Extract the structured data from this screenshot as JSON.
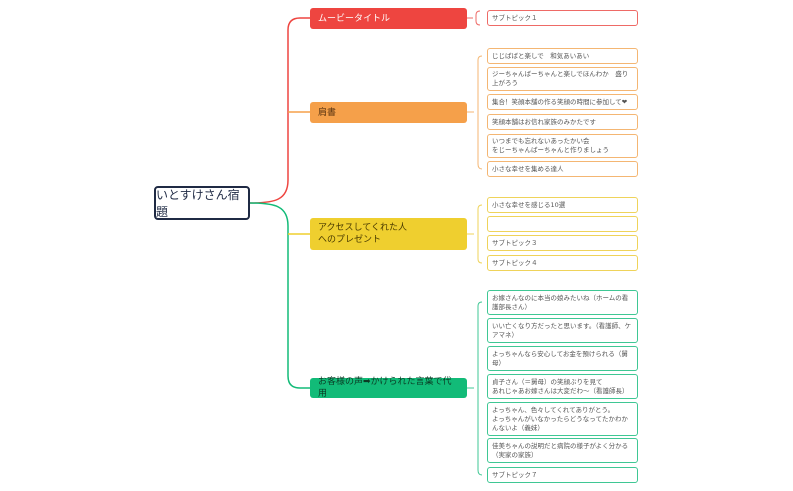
{
  "root": {
    "label": "いとすけさん宿題"
  },
  "colors": {
    "red": "#ee4540",
    "orange": "#f5a04a",
    "yellow": "#efcf2f",
    "green": "#12bb78",
    "root_border": "#1f2a44"
  },
  "topics": [
    {
      "label": "ムービータイトル",
      "subtopics": [
        "サブトピック１"
      ]
    },
    {
      "label": "肩書",
      "subtopics": [
        "じじばばと楽しで　和気あいあい",
        "ジーちゃんばーちゃんと楽しでほんわか　盛り上がろう",
        "集合！笑顔本舗の作る笑顔の時間に参加して❤",
        "笑顔本舗はお信れ家族のみかたです",
        "いつまでも忘れないあったかい会\nをじーちゃんばーちゃんと作りましょう",
        "小さな幸せを集める達人"
      ]
    },
    {
      "label": "アクセスしてくれた人\nへのプレゼント",
      "subtopics": [
        "小さな幸せを感じる10選",
        "",
        "サブトピック３",
        "サブトピック４"
      ]
    },
    {
      "label": "お客様の声➡かけられた言葉で代用",
      "subtopics": [
        "お嫁さんなのに本当の娘みたいね（ホームの看護部長さん）",
        "いい亡くなり方だったと思います。（看護師、ケアマネ）",
        "よっちゃんなら安心してお金を預けられる（舅母）",
        "貞子さん（＝舅母）の笑顔ぶりを見て\nあれじゃあお嫁さんは大変だわ～（看護師長）",
        "よっちゃん、色々してくれてありがとう。\nよっちゃんがいなかったらどうなってたかわかんないよ（義妹）",
        "佳美ちゃんの説明だと病院の様子がよく分かる（実家の家族）",
        "サブトピック７"
      ]
    }
  ]
}
